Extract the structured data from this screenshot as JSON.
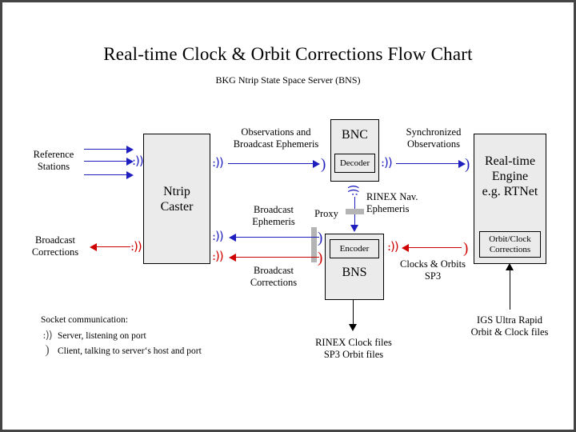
{
  "page": {
    "title": "Real-time Clock & Orbit Corrections Flow Chart",
    "subtitle": "BKG Ntrip State Space Server  (BNS)"
  },
  "colors": {
    "blue": "#1f1fbf",
    "red": "#d00000",
    "black": "#000000",
    "box_fill": "#ebebeb",
    "proxy_bar": "#b4b4b4",
    "canvas_border": "#454545"
  },
  "boxes": {
    "ntrip_caster": {
      "title": "Ntrip\nCaster"
    },
    "bnc": {
      "title": "BNC",
      "sub": "Decoder"
    },
    "bns": {
      "title": "BNS",
      "sub": "Encoder"
    },
    "rt_engine": {
      "title": "Real-time\nEngine\ne.g. RTNet",
      "sub": "Orbit/Clock\nCorrections"
    }
  },
  "labels": {
    "reference_stations": "Reference\nStations",
    "broadcast_corrections_left": "Broadcast\nCorrections",
    "observations_and_broadcast_ephemeris": "Observations and\nBroadcast Ephemeris",
    "synchronized_observations": "Synchronized\nObservations",
    "rinex_nav_ephemeris": "RINEX Nav.\nEphemeris",
    "proxy": "Proxy",
    "broadcast_ephemeris": "Broadcast\nEphemeris",
    "broadcast_corrections_mid": "Broadcast\nCorrections",
    "clocks_and_orbits_sp3": "Clocks & Orbits\nSP3",
    "rinex_clock_sp3_files": "RINEX Clock files\nSP3 Orbit files",
    "igs_ultra_rapid": "IGS Ultra Rapid\nOrbit & Clock files"
  },
  "legend": {
    "heading": "Socket communication:",
    "server": "Server,  listening on port",
    "client": "Client, talking to server‘s host and port",
    "server_glyph": "։))",
    "client_glyph": ")"
  },
  "glyphs": {
    "server": "։))",
    "client": ")"
  }
}
